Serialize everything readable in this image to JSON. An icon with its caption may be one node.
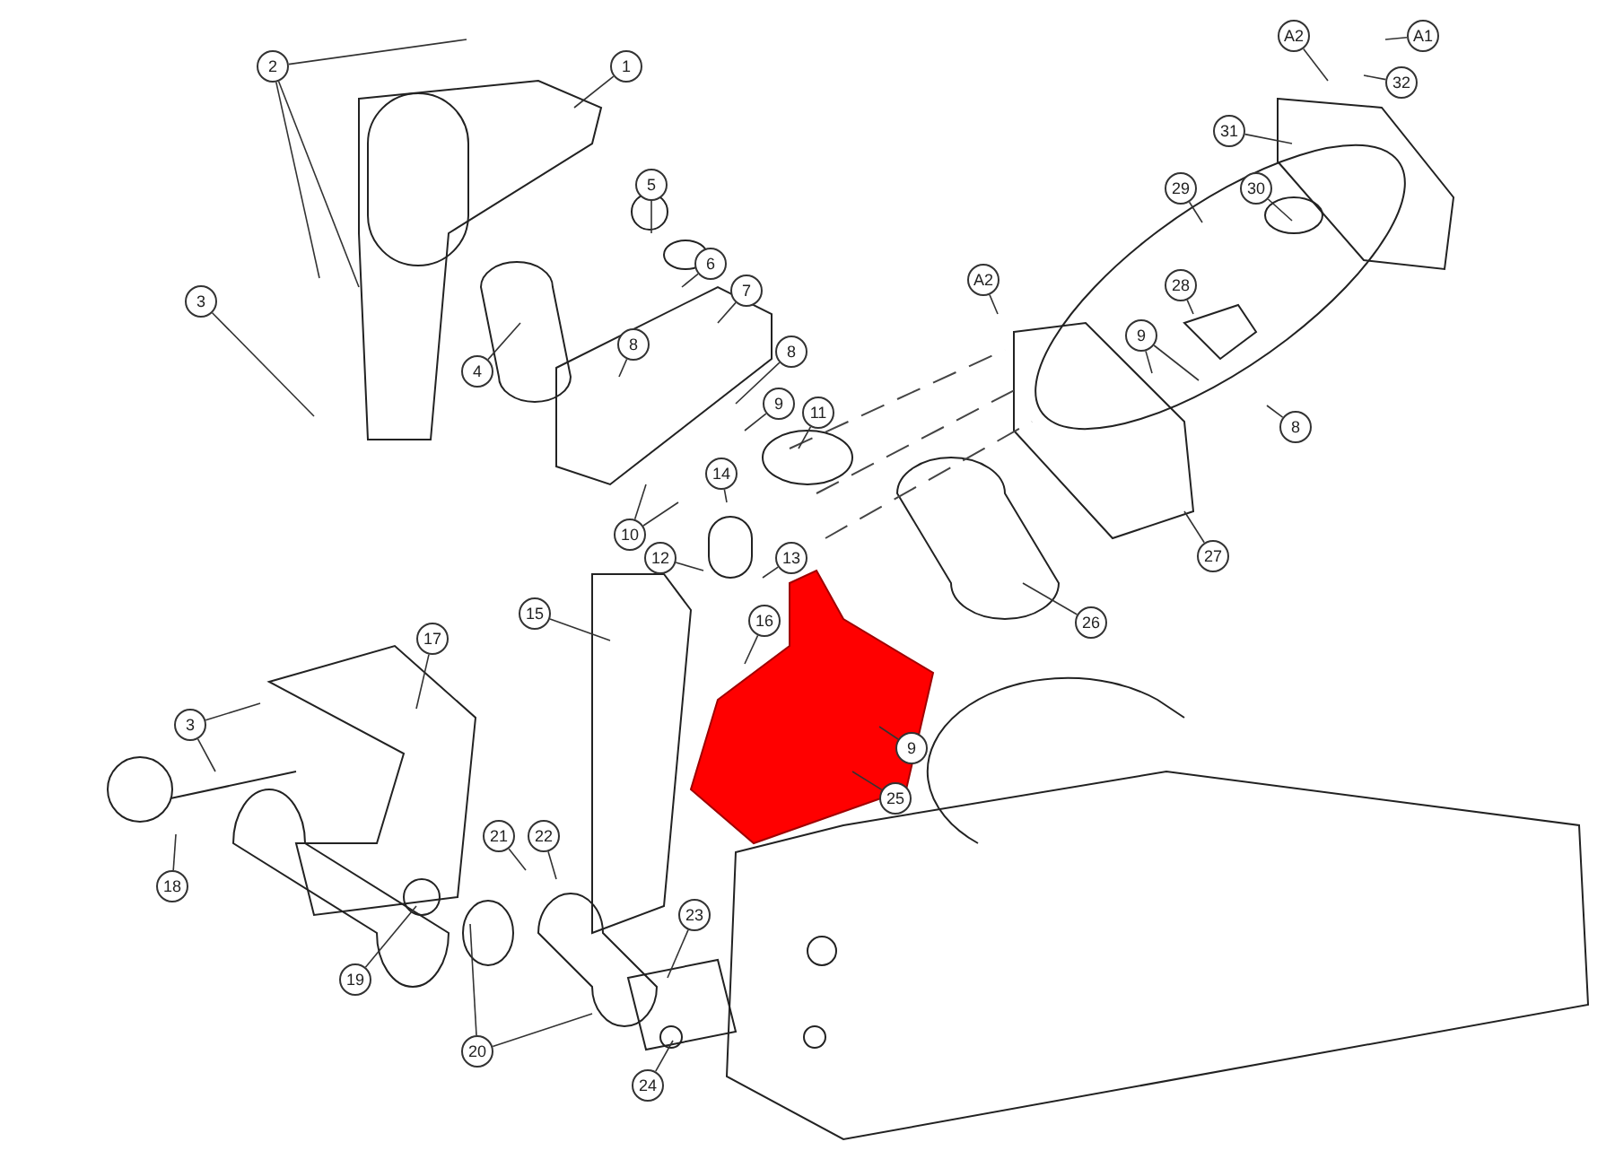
{
  "diagram": {
    "nodes": [
      {
        "text": [
          "1"
        ]
      },
      {
        "text": [
          "2"
        ]
      },
      {
        "text": [
          "3"
        ]
      },
      {
        "text": [
          "4"
        ]
      },
      {
        "text": [
          "5"
        ]
      },
      {
        "text": [
          "6"
        ]
      },
      {
        "text": [
          "7"
        ]
      },
      {
        "text": [
          "8"
        ]
      },
      {
        "text": [
          "8"
        ]
      },
      {
        "text": [
          "9"
        ]
      },
      {
        "text": [
          "11"
        ]
      },
      {
        "text": [
          "14"
        ]
      },
      {
        "text": [
          "10"
        ]
      },
      {
        "text": [
          "12"
        ]
      },
      {
        "text": [
          "13"
        ]
      },
      {
        "text": [
          "A2"
        ]
      },
      {
        "text": [
          "A1"
        ]
      },
      {
        "text": [
          "32"
        ]
      },
      {
        "text": [
          "31"
        ]
      },
      {
        "text": [
          "29"
        ]
      },
      {
        "text": [
          "30"
        ]
      },
      {
        "text": [
          "A2"
        ]
      },
      {
        "text": [
          "28"
        ]
      },
      {
        "text": [
          "9"
        ]
      },
      {
        "text": [
          "8"
        ]
      },
      {
        "text": [
          "27"
        ]
      },
      {
        "text": [
          "26"
        ]
      },
      {
        "text": [
          "15"
        ]
      },
      {
        "text": [
          "17"
        ]
      },
      {
        "text": [
          "16"
        ]
      },
      {
        "text": [
          "3"
        ]
      },
      {
        "text": [
          "18"
        ]
      },
      {
        "text": [
          "9"
        ]
      },
      {
        "text": [
          "25"
        ]
      },
      {
        "text": [
          "21"
        ]
      },
      {
        "text": [
          "22"
        ]
      },
      {
        "text": [
          "19"
        ]
      },
      {
        "text": [
          "20"
        ]
      },
      {
        "text": [
          "23"
        ]
      },
      {
        "text": [
          "24"
        ]
      }
    ],
    "edges": [
      {
        "from": 0,
        "to": null,
        "arrow": "none"
      },
      {
        "from": 1,
        "to": null,
        "arrow": "none"
      },
      {
        "from": 1,
        "to": null,
        "arrow": "none"
      },
      {
        "from": 1,
        "to": null,
        "arrow": "none"
      },
      {
        "from": 2,
        "to": null,
        "arrow": "none"
      },
      {
        "from": 3,
        "to": null,
        "arrow": "none"
      },
      {
        "from": 4,
        "to": null,
        "arrow": "none"
      },
      {
        "from": 5,
        "to": null,
        "arrow": "none"
      },
      {
        "from": 6,
        "to": null,
        "arrow": "none"
      },
      {
        "from": 7,
        "to": null,
        "arrow": "none"
      },
      {
        "from": 8,
        "to": null,
        "arrow": "none"
      },
      {
        "from": 9,
        "to": null,
        "arrow": "none"
      },
      {
        "from": 10,
        "to": null,
        "arrow": "none"
      },
      {
        "from": 11,
        "to": null,
        "arrow": "none"
      },
      {
        "from": 12,
        "to": null,
        "arrow": "none"
      },
      {
        "from": 12,
        "to": null,
        "arrow": "none"
      },
      {
        "from": 13,
        "to": null,
        "arrow": "none"
      },
      {
        "from": 14,
        "to": null,
        "arrow": "none"
      },
      {
        "from": 15,
        "to": null,
        "arrow": "none"
      },
      {
        "from": 16,
        "to": null,
        "arrow": "none"
      },
      {
        "from": 17,
        "to": null,
        "arrow": "none"
      },
      {
        "from": 18,
        "to": null,
        "arrow": "none"
      },
      {
        "from": 19,
        "to": null,
        "arrow": "none"
      },
      {
        "from": 20,
        "to": null,
        "arrow": "none"
      },
      {
        "from": 21,
        "to": null,
        "arrow": "none"
      },
      {
        "from": 22,
        "to": null,
        "arrow": "none"
      },
      {
        "from": 23,
        "to": null,
        "arrow": "none"
      },
      {
        "from": 23,
        "to": null,
        "arrow": "none"
      },
      {
        "from": 24,
        "to": null,
        "arrow": "none"
      },
      {
        "from": 25,
        "to": null,
        "arrow": "none"
      },
      {
        "from": 26,
        "to": null,
        "arrow": "none"
      },
      {
        "from": 27,
        "to": null,
        "arrow": "none"
      },
      {
        "from": 28,
        "to": null,
        "arrow": "none"
      },
      {
        "from": 29,
        "to": null,
        "arrow": "none"
      },
      {
        "from": 30,
        "to": null,
        "arrow": "none"
      },
      {
        "from": 30,
        "to": null,
        "arrow": "none"
      },
      {
        "from": 31,
        "to": null,
        "arrow": "none"
      },
      {
        "from": 32,
        "to": null,
        "arrow": "none"
      },
      {
        "from": 33,
        "to": null,
        "arrow": "none"
      },
      {
        "from": 34,
        "to": null,
        "arrow": "none"
      },
      {
        "from": 35,
        "to": null,
        "arrow": "none"
      },
      {
        "from": 36,
        "to": null,
        "arrow": "none"
      },
      {
        "from": 37,
        "to": null,
        "arrow": "none"
      },
      {
        "from": 37,
        "to": null,
        "arrow": "none"
      },
      {
        "from": 38,
        "to": null,
        "arrow": "none"
      },
      {
        "from": 39,
        "to": null,
        "arrow": "none"
      }
    ]
  }
}
